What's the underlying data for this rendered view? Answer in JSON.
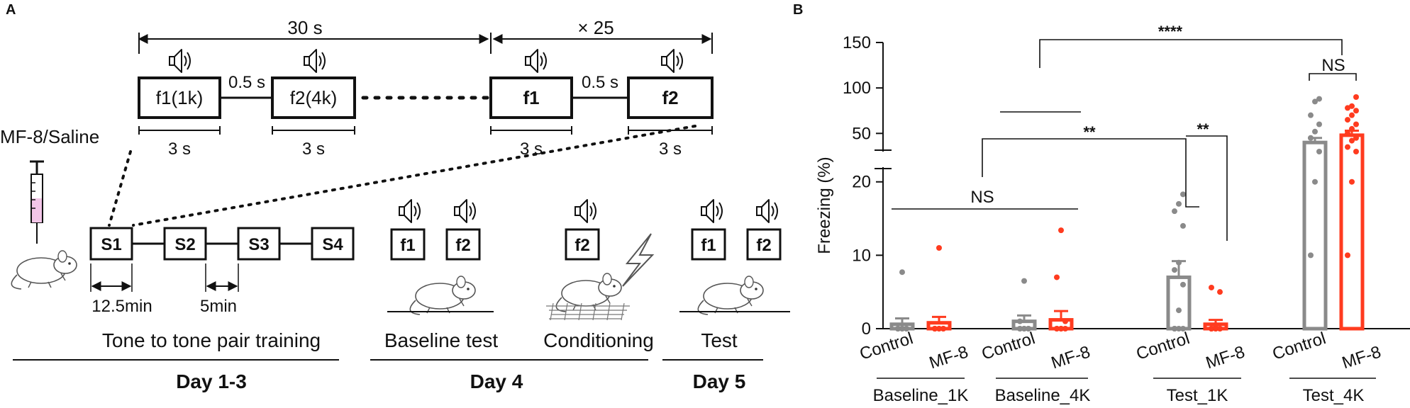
{
  "panel_a": {
    "panel_label": "A",
    "total_duration": "30 s",
    "repeat": "× 25",
    "gap1": "0.5 s",
    "gap2": "0.5 s",
    "tone1_label": "f1(1k)",
    "tone2_label": "f2(4k)",
    "tone3_label": "f1",
    "tone4_label": "f2",
    "tone_dur_1": "3 s",
    "tone_dur_2": "3 s",
    "tone_dur_3": "3 s",
    "tone_dur_4": "3 s",
    "injection_label": "MF-8/Saline",
    "sessions": [
      "S1",
      "S2",
      "S3",
      "S4"
    ],
    "session_duration": "12.5min",
    "session_interval": "5min",
    "baseline_tones": [
      "f1",
      "f2"
    ],
    "conditioning_tone": "f2",
    "test_tones": [
      "f1",
      "f2"
    ],
    "phase_training": "Tone to tone pair training",
    "phase_baseline": "Baseline test",
    "phase_conditioning": "Conditioning",
    "phase_test": "Test",
    "day_1_3": "Day 1-3",
    "day_4": "Day 4",
    "day_5": "Day 5",
    "colors": {
      "syringe_fill": "#f3c6e8",
      "ink": "#111111"
    }
  },
  "panel_b": {
    "panel_label": "B",
    "colors": {
      "control": "#8a8a8a",
      "mf8": "#ff3b1f"
    },
    "annotations": {
      "sig_top": "****",
      "ns_test4k": "NS",
      "sig_mid": "**",
      "sig_test1k": "**",
      "ns_baseline": "NS"
    }
  },
  "chart_data": {
    "type": "bar",
    "ylabel": "Freezing (%)",
    "y_axis_broken": true,
    "ylim_lower": [
      0,
      22
    ],
    "ylim_upper": [
      30,
      150
    ],
    "yticks": [
      0,
      10,
      20,
      50,
      100,
      150
    ],
    "groups": [
      "Baseline_1K",
      "Baseline_4K",
      "Test_1K",
      "Test_4K"
    ],
    "categories": [
      "Control",
      "MF-8"
    ],
    "series": [
      {
        "name": "Control",
        "values": [
          0.6,
          1.0,
          7.0,
          40.0
        ],
        "sem": [
          0.8,
          0.8,
          2.2,
          5.0
        ]
      },
      {
        "name": "MF-8",
        "values": [
          0.8,
          1.2,
          0.6,
          48.0
        ],
        "sem": [
          0.8,
          1.2,
          0.6,
          5.0
        ]
      }
    ],
    "points": {
      "control": [
        [
          0,
          0,
          0,
          0,
          0,
          0,
          0,
          7.7
        ],
        [
          0,
          0,
          0,
          0,
          0,
          0,
          1,
          6.5
        ],
        [
          0,
          0,
          0,
          0,
          2.5,
          6,
          8,
          9,
          14,
          16,
          17,
          18.3
        ],
        [
          10,
          20,
          30,
          45,
          52,
          60,
          70,
          85,
          88
        ]
      ],
      "mf8": [
        [
          0,
          0,
          0,
          0,
          0,
          0,
          0,
          11
        ],
        [
          0,
          0,
          0,
          0,
          0,
          1,
          7,
          13.4
        ],
        [
          0,
          0,
          0,
          0,
          0,
          0,
          0,
          0.5,
          5,
          5.6
        ],
        [
          10,
          20,
          25,
          35,
          42,
          45,
          50,
          55,
          60,
          65,
          70,
          75,
          78,
          80,
          90
        ]
      ]
    }
  }
}
